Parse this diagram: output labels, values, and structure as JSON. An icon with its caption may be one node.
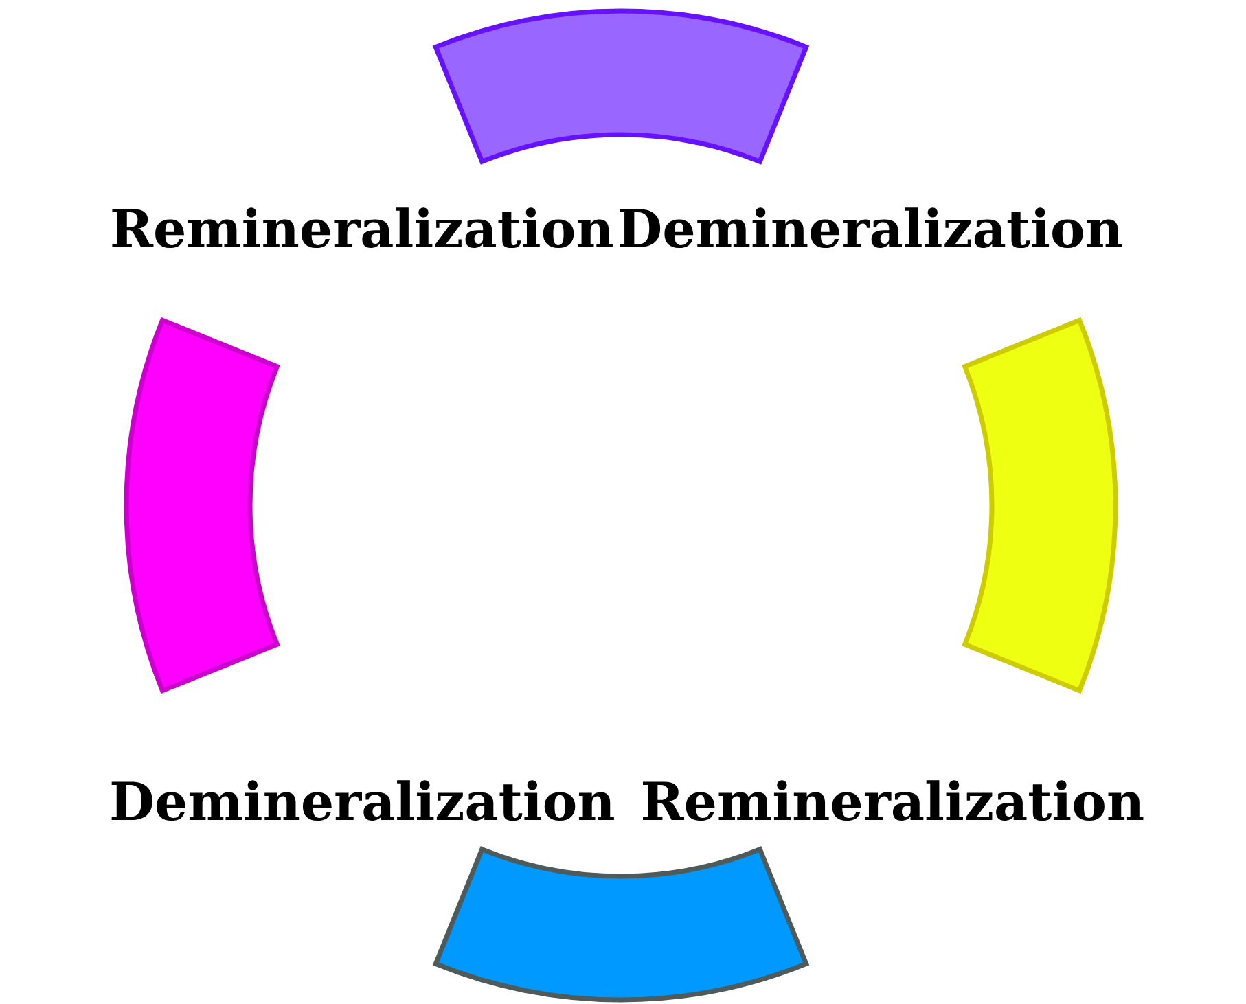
{
  "diagram": {
    "nodes": [
      {
        "text": [],
        "shape": "arc"
      },
      {
        "text": [],
        "shape": "arc"
      },
      {
        "text": [],
        "shape": "arc"
      },
      {
        "text": [],
        "shape": "arc"
      }
    ],
    "labels": [
      "Remineralization",
      "Demineralization",
      "Demineralization",
      "Remineralization"
    ]
  }
}
